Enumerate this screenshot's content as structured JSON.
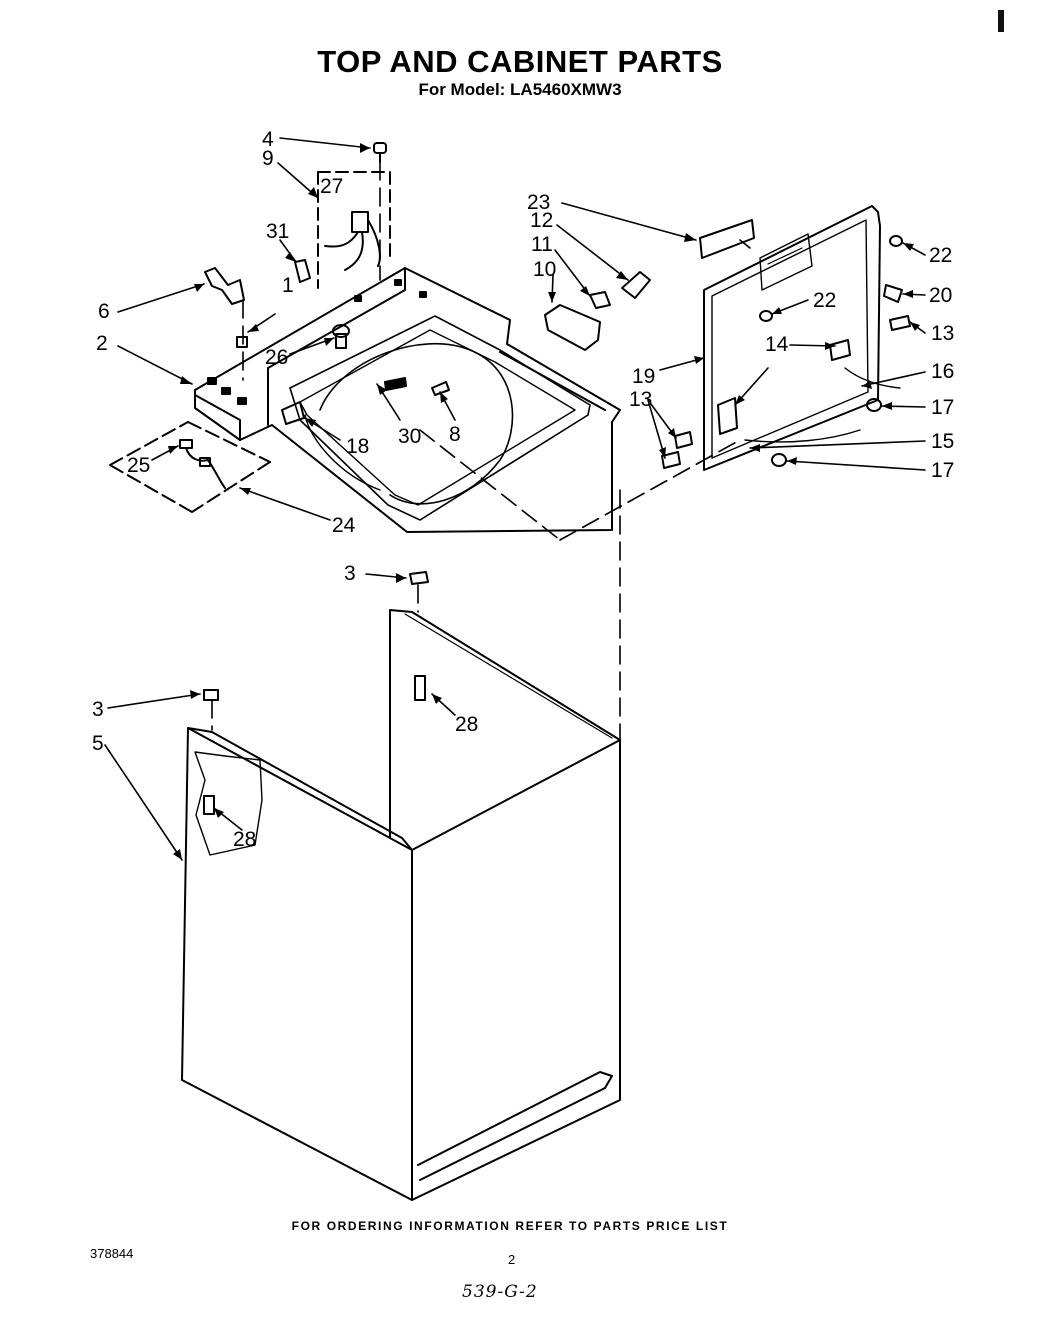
{
  "header": {
    "title": "TOP AND CABINET PARTS",
    "subtitle": "For Model: LA5460XMW3"
  },
  "callouts": [
    "1",
    "2",
    "3",
    "3",
    "4",
    "5",
    "6",
    "8",
    "9",
    "10",
    "11",
    "12",
    "13",
    "13",
    "14",
    "15",
    "16",
    "17",
    "17",
    "18",
    "19",
    "20",
    "22",
    "22",
    "23",
    "24",
    "25",
    "26",
    "27",
    "28",
    "28",
    "30",
    "31"
  ],
  "footer": {
    "ordering_note": "FOR ORDERING INFORMATION REFER TO PARTS PRICE LIST",
    "document_number": "378844",
    "page_number": "2",
    "handwritten_code": "539-G-2"
  }
}
